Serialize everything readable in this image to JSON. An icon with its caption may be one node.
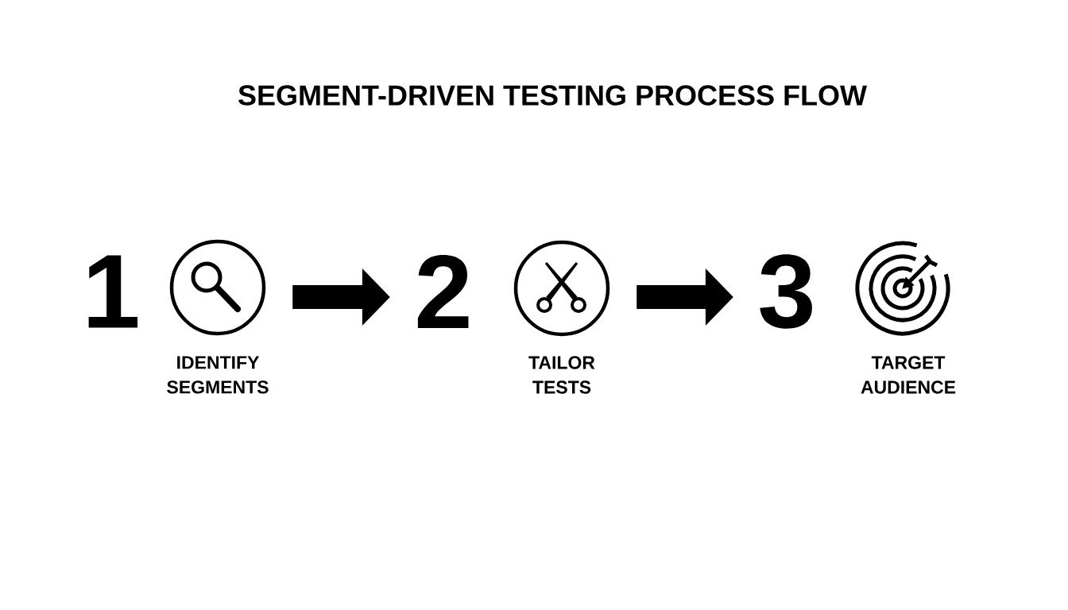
{
  "diagram": {
    "title": "SEGMENT-DRIVEN TESTING PROCESS FLOW",
    "nodes": [
      {
        "text": [
          "1",
          "IDENTIFY SEGMENTS"
        ]
      },
      {
        "text": [
          "2",
          "TAILOR TESTS"
        ]
      },
      {
        "text": [
          "3",
          "TARGET AUDIENCE"
        ]
      }
    ],
    "edges": [
      {
        "from": 0,
        "to": 1,
        "arrow": "to"
      },
      {
        "from": 1,
        "to": 2,
        "arrow": "to"
      }
    ]
  }
}
